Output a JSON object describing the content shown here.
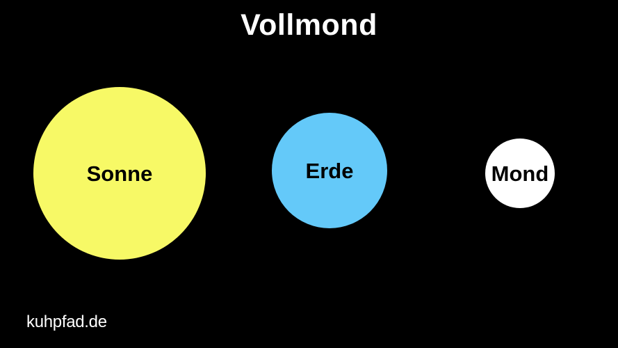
{
  "title": {
    "text": "Vollmond",
    "color": "#FFFFFF"
  },
  "canvas": {
    "background": "#000000"
  },
  "bodies": [
    {
      "id": "sonne",
      "label": "Sonne",
      "fill": "#F7F966",
      "label_color": "#000000",
      "radius": 124
    },
    {
      "id": "erde",
      "label": "Erde",
      "fill": "#64C9F9",
      "label_color": "#000000",
      "radius": 83
    },
    {
      "id": "mond",
      "label": "Mond",
      "fill": "#FFFFFF",
      "label_color": "#000000",
      "radius": 50
    }
  ],
  "watermark": {
    "text": "kuhpfad.de",
    "color": "#FFFFFF"
  }
}
